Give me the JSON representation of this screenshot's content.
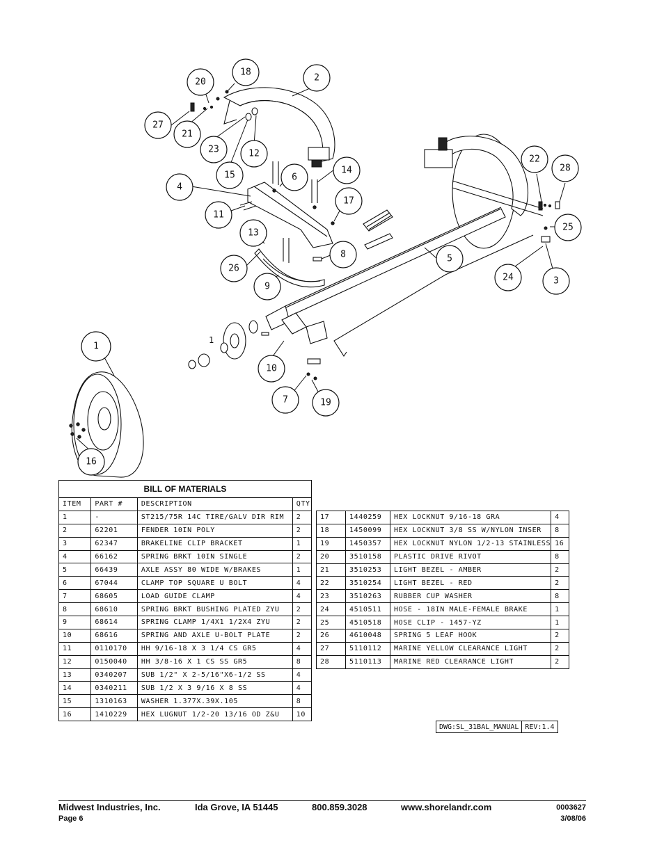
{
  "bom": {
    "title": "BILL OF MATERIALS",
    "headers": {
      "item": "ITEM",
      "part": "PART #",
      "description": "DESCRIPTION",
      "qty": "QTY"
    },
    "rows_left": [
      [
        "1",
        "-",
        "ST215/75R 14C TIRE/GALV DIR RIM",
        "2"
      ],
      [
        "2",
        "62201",
        "FENDER  10IN POLY",
        "2"
      ],
      [
        "3",
        "62347",
        "BRAKELINE CLIP BRACKET",
        "1"
      ],
      [
        "4",
        "66162",
        "SPRING BRKT  10IN SINGLE",
        "2"
      ],
      [
        "5",
        "66439",
        "AXLE ASSY 80 WIDE W/BRAKES",
        "1"
      ],
      [
        "6",
        "67044",
        "CLAMP TOP SQUARE U BOLT",
        "4"
      ],
      [
        "7",
        "68605",
        "LOAD GUIDE CLAMP",
        "4"
      ],
      [
        "8",
        "68610",
        "SPRING BRKT BUSHING PLATED ZYU",
        "2"
      ],
      [
        "9",
        "68614",
        "SPRING CLAMP   1/4X1 1/2X4  ZYU",
        "2"
      ],
      [
        "10",
        "68616",
        "SPRING AND AXLE U-BOLT PLATE",
        "2"
      ],
      [
        "11",
        "0110170",
        "HH 9/16-18 X 3 1/4 CS GR5",
        "4"
      ],
      [
        "12",
        "0150040",
        "HH 3/8-16 X 1 CS SS GR5",
        "8"
      ],
      [
        "13",
        "0340207",
        "SUB 1/2\" X 2-5/16\"X6-1/2 SS",
        "4"
      ],
      [
        "14",
        "0340211",
        "SUB 1/2 X 3 9/16 X 8 SS",
        "4"
      ],
      [
        "15",
        "1310163",
        "WASHER 1.377X.39X.105",
        "8"
      ],
      [
        "16",
        "1410229",
        "HEX LUGNUT 1/2-20 13/16 OD Z&U",
        "10"
      ]
    ],
    "rows_right": [
      [
        "17",
        "1440259",
        "HEX LOCKNUT 9/16-18 GRA",
        "4"
      ],
      [
        "18",
        "1450099",
        "HEX LOCKNUT 3/8 SS W/NYLON INSER",
        "8"
      ],
      [
        "19",
        "1450357",
        "HEX LOCKNUT NYLON 1/2-13 STAINLESS",
        "16"
      ],
      [
        "20",
        "3510158",
        "PLASTIC DRIVE RIVOT",
        "8"
      ],
      [
        "21",
        "3510253",
        "LIGHT BEZEL - AMBER",
        "2"
      ],
      [
        "22",
        "3510254",
        "LIGHT BEZEL - RED",
        "2"
      ],
      [
        "23",
        "3510263",
        "RUBBER CUP WASHER",
        "8"
      ],
      [
        "24",
        "4510511",
        "HOSE - 18IN MALE-FEMALE BRAKE",
        "1"
      ],
      [
        "25",
        "4510518",
        "HOSE CLIP - 1457-YZ",
        "1"
      ],
      [
        "26",
        "4610048",
        "SPRING  5 LEAF HOOK",
        "2"
      ],
      [
        "27",
        "5110112",
        "MARINE YELLOW CLEARANCE LIGHT",
        "2"
      ],
      [
        "28",
        "5110113",
        "MARINE RED CLEARANCE LIGHT",
        "2"
      ]
    ]
  },
  "drawing": {
    "dwg": "DWG:SL_31BAL_MANUAL",
    "rev": "REV:1.4"
  },
  "callouts": [
    "1",
    "2",
    "3",
    "4",
    "5",
    "6",
    "7",
    "8",
    "9",
    "10",
    "11",
    "12",
    "13",
    "14",
    "15",
    "16",
    "17",
    "18",
    "19",
    "20",
    "21",
    "22",
    "23",
    "24",
    "25",
    "26",
    "27",
    "28"
  ],
  "hub_label": "1",
  "footer": {
    "company": "Midwest Industries, Inc.",
    "city": "Ida Grove, IA  51445",
    "phone": "800.859.3028",
    "website": "www.shorelandr.com",
    "doc_number": "0003627",
    "page": "Page 6",
    "date": "3/08/06"
  }
}
